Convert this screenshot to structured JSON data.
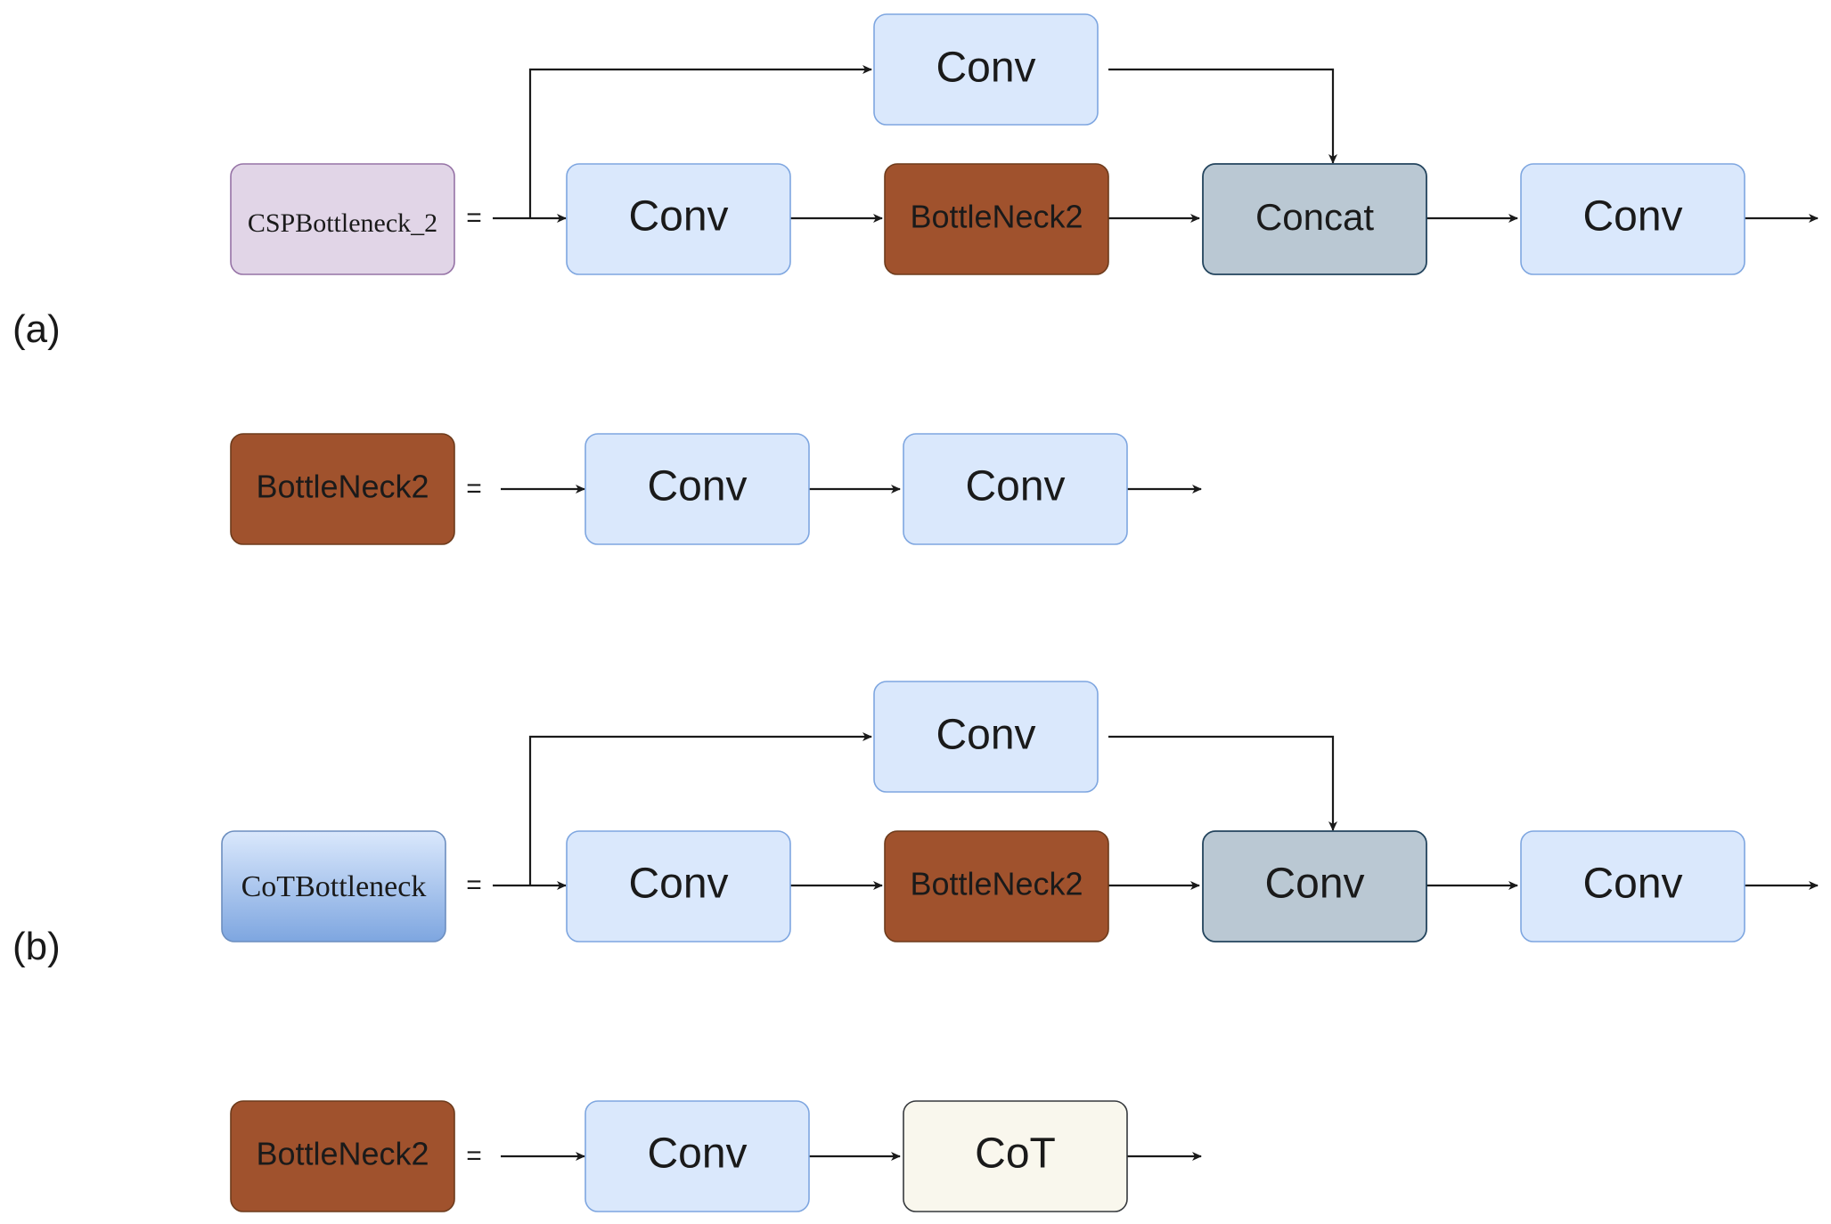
{
  "panels": [
    {
      "label": "(a)"
    },
    {
      "label": "(b)"
    }
  ],
  "nodes": {
    "a_csp": "CSPBottleneck_2",
    "a_top_conv": "Conv",
    "a_conv1": "Conv",
    "a_bn2": "BottleNeck2",
    "a_concat": "Concat",
    "a_conv2": "Conv",
    "a2_bn2": "BottleNeck2",
    "a2_conv1": "Conv",
    "a2_conv2": "Conv",
    "b_cot_bottleneck": "CoTBottleneck",
    "b_top_conv": "Conv",
    "b_conv1": "Conv",
    "b_bn2": "BottleNeck2",
    "b_conv_mid": "Conv",
    "b_conv2": "Conv",
    "b2_bn2": "BottleNeck2",
    "b2_conv1": "Conv",
    "b2_cot": "CoT"
  },
  "equals": "=",
  "colors": {
    "conv_fill": "#dae8fc",
    "conv_stroke": "#7ea6e0",
    "bottleneck_fill": "#a0522d",
    "bottleneck_stroke": "#6d3b1c",
    "concat_fill": "#bac8d3",
    "concat_stroke": "#23445d",
    "csp_fill": "#e1d5e7",
    "csp_stroke": "#9673a6",
    "cot_fill": "#f9f7ed",
    "cot_stroke": "#36393d",
    "cotb_top": "#dae8fc",
    "cotb_bottom": "#7ea6e0",
    "edge": "#1a1a1a"
  }
}
